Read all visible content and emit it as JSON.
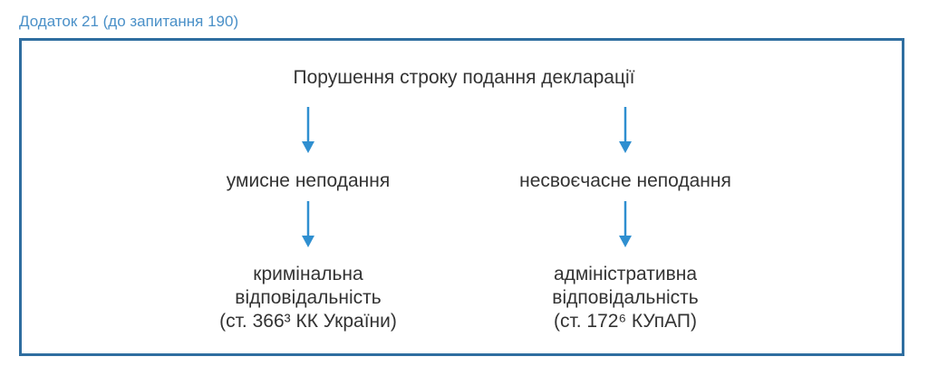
{
  "caption": "Додаток 21 (до запитання 190)",
  "root": "Порушення строку подання декларації",
  "branches": [
    {
      "label": "умисне неподання",
      "result": [
        "кримінальна",
        "відповідальність",
        "(ст. 366³ КК України)"
      ]
    },
    {
      "label": "несвоєчасне неподання",
      "result": [
        "адміністративна",
        "відповідальність",
        "(ст. 172⁶ КУпАП)"
      ]
    }
  ],
  "colors": {
    "caption": "#4a90c8",
    "frame": "#2f6ea0",
    "arrow": "#2f8fd0",
    "text": "#333333"
  }
}
